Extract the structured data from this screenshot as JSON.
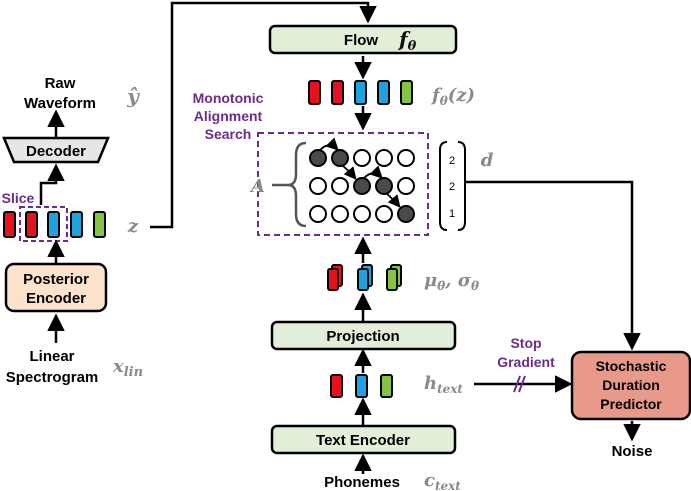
{
  "colors": {
    "green_box": "#e2eed8",
    "peach_box": "#fbe3cc",
    "salmon_box": "#e9998a",
    "decoder_fill": "#e6e6e6",
    "token_red": "#e8101c",
    "token_blue": "#1ea3e0",
    "token_green": "#84c441",
    "purple": "#6a2c8f",
    "math_grey": "#8a8a8a",
    "node_dark": "#4a4a4a"
  },
  "left": {
    "raw_waveform": [
      "Raw",
      "Waveform"
    ],
    "y_hat": "ŷ",
    "decoder": "Decoder",
    "slice": "Slice",
    "posterior_encoder": [
      "Posterior",
      "Encoder"
    ],
    "linear_spectrogram": [
      "Linear",
      "Spectrogram"
    ],
    "x_lin": "x",
    "x_lin_sub": "lin",
    "z": "z"
  },
  "center": {
    "flow": "Flow",
    "f_theta": "f",
    "f_theta_sub": "θ",
    "f_theta_z": "f",
    "f_theta_z_sub": "θ",
    "f_theta_z_arg": "(z)",
    "mas": [
      "Monotonic",
      "Alignment",
      "Search"
    ],
    "A": "A",
    "duration_values": [
      "2",
      "2",
      "1"
    ],
    "d": "d",
    "mu_sigma": "μ",
    "mu_sub": "θ",
    "sigma": ", σ",
    "sigma_sub": "θ",
    "projection": "Projection",
    "h_text": "h",
    "h_text_sub": "text",
    "text_encoder": "Text Encoder",
    "phonemes": "Phonemes",
    "c_text": "c",
    "c_text_sub": "text"
  },
  "right": {
    "stop_gradient": [
      "Stop",
      "Gradient"
    ],
    "sdp": [
      "Stochastic",
      "Duration",
      "Predictor"
    ],
    "noise": "Noise"
  }
}
